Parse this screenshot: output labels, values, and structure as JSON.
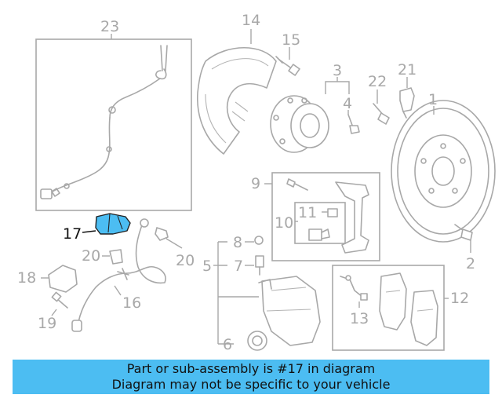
{
  "labels": {
    "p1": "1",
    "p2": "2",
    "p3": "3",
    "p4": "4",
    "p5": "5",
    "p6": "6",
    "p7": "7",
    "p8": "8",
    "p9": "9",
    "p10": "10",
    "p11": "11",
    "p12": "12",
    "p13": "13",
    "p14": "14",
    "p15": "15",
    "p16": "16",
    "p17": "17",
    "p18": "18",
    "p19": "19",
    "p20a": "20",
    "p20b": "20",
    "p21": "21",
    "p22": "22",
    "p23": "23"
  },
  "highlight": {
    "part": "17",
    "color": "#4cbdf2"
  },
  "banner": {
    "line1": "Part or sub-assembly is #17 in diagram",
    "line2": "Diagram may not be specific to your vehicle",
    "color": "#4cbdf2"
  }
}
